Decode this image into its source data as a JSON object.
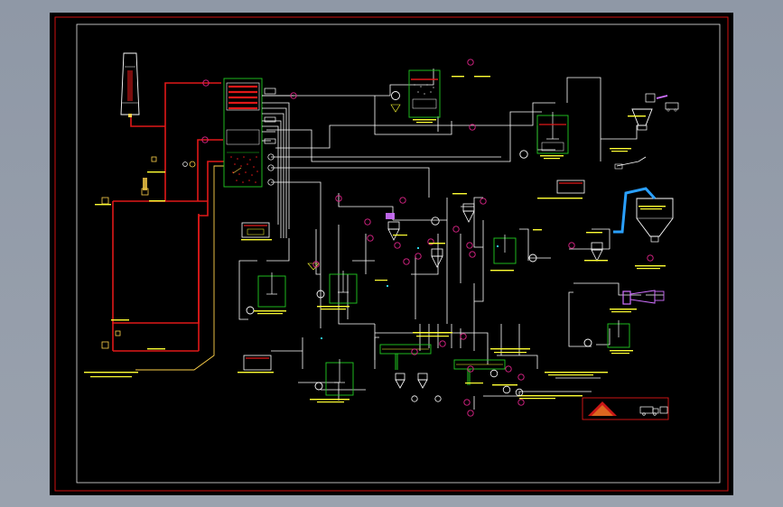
{
  "drawing": {
    "colors": {
      "viewport": "#8e97a5",
      "sheet": "#000000",
      "frame": "#d01010",
      "process_line": "#ffffff",
      "flue_gas_line": "#e01818",
      "air_line": "#ffd24a",
      "tank": "#22cc22",
      "equipment": "#ffffff",
      "instrument_tag": "#e0248a",
      "label": "#ffff33",
      "silo_conveyor": "#2aa0ff",
      "mixer": "#d070ff"
    },
    "equipment": [
      {
        "id": "chimney",
        "icon": "chimney-icon"
      },
      {
        "id": "absorber",
        "icon": "absorber-tower-icon"
      },
      {
        "id": "gas-gas-heater",
        "icon": "heat-exchanger-icon"
      },
      {
        "id": "process-water-tank",
        "icon": "tank-with-agitator-icon"
      },
      {
        "id": "limestone-slurry-tank",
        "icon": "tank-with-agitator-icon"
      },
      {
        "id": "absorber-drain-pit",
        "icon": "pit-icon"
      },
      {
        "id": "filtrate-water-tank",
        "icon": "tank-with-agitator-icon"
      },
      {
        "id": "waste-water-tank",
        "icon": "tank-with-agitator-icon"
      },
      {
        "id": "emergency-slurry-tank",
        "icon": "tank-with-agitator-icon"
      },
      {
        "id": "hydrocyclone-primary",
        "icon": "hydrocyclone-icon"
      },
      {
        "id": "hydrocyclone-secondary",
        "icon": "hydrocyclone-icon"
      },
      {
        "id": "vacuum-belt-filter-1",
        "icon": "belt-filter-icon"
      },
      {
        "id": "vacuum-belt-filter-2",
        "icon": "belt-filter-icon"
      },
      {
        "id": "limestone-silo",
        "icon": "silo-icon"
      },
      {
        "id": "limestone-unloading-hopper",
        "icon": "hopper-icon"
      },
      {
        "id": "bucket-elevator",
        "icon": "conveyor-icon"
      },
      {
        "id": "wet-ball-mill",
        "icon": "ball-mill-icon"
      },
      {
        "id": "mill-slurry-tank",
        "icon": "tank-with-agitator-icon"
      },
      {
        "id": "gypsum-storage",
        "icon": "gypsum-pile-icon"
      },
      {
        "id": "truck",
        "icon": "truck-icon"
      },
      {
        "id": "booster-fan",
        "icon": "fan-icon"
      }
    ]
  }
}
